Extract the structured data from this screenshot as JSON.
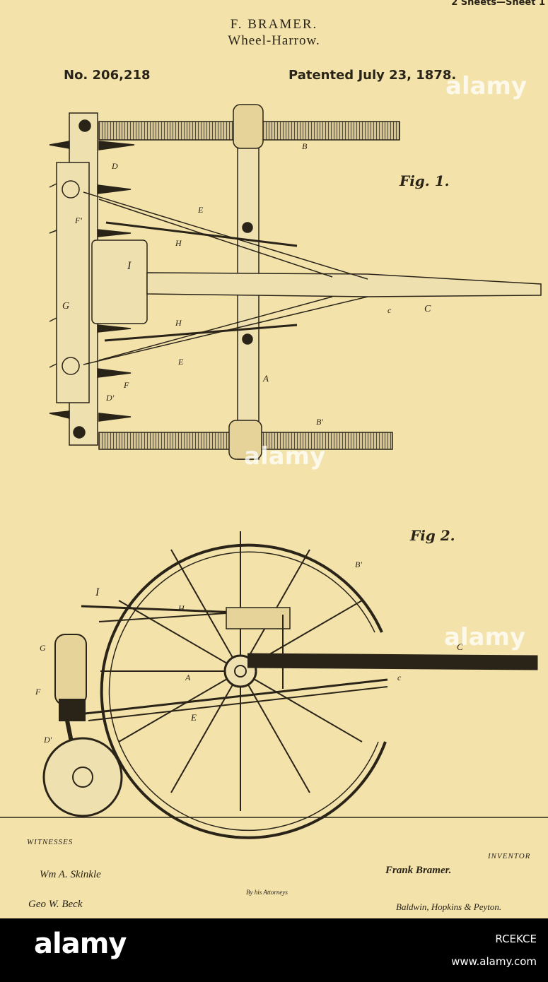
{
  "header": {
    "sheet_note": "2 Sheets—Sheet 1",
    "inventor": "F. BRAMER.",
    "title": "Wheel-Harrow.",
    "patent_number": "No. 206,218",
    "patent_date": "Patented July 23, 1878."
  },
  "figures": {
    "fig1": "Fig. 1.",
    "fig2": "Fig 2."
  },
  "part_labels": {
    "A": "A",
    "B": "B",
    "B_prime": "B'",
    "C": "C",
    "c": "c",
    "D": "D",
    "D_prime": "D'",
    "E": "E",
    "F": "F",
    "F_prime": "F'",
    "G": "G",
    "H": "H",
    "I": "I"
  },
  "footer": {
    "witnesses_label": "WITNESSES",
    "witness_1": "Wm A. Skinkle",
    "witness_2": "Geo W. Beck",
    "inventor_label": "INVENTOR",
    "inventor_signature": "Frank Bramer.",
    "attorneys_line": "By his Attorneys",
    "attorneys_signature": "Baldwin, Hopkins & Peyton."
  },
  "banner": {
    "logo": "alamy",
    "image_id": "RCEKCE",
    "url": "www.alamy.com"
  },
  "watermarks": [
    "alamy",
    "alamy",
    "alamy"
  ],
  "colors": {
    "paper": "#f3e2aa",
    "ink": "#2a2418",
    "banner": "#000000"
  }
}
